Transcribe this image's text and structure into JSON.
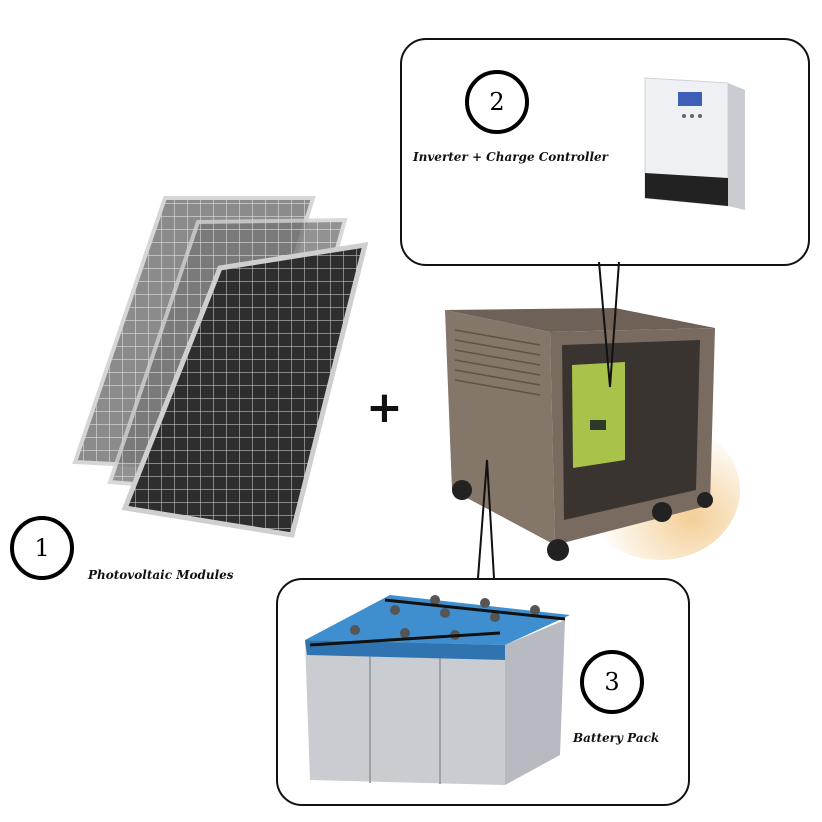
{
  "components": [
    {
      "number": "1",
      "label": "Photovoltaic Modules"
    },
    {
      "number": "2",
      "label": "Inverter +  Charge Controller"
    },
    {
      "number": "3",
      "label": "Battery Pack"
    }
  ],
  "operator": "+",
  "colors": {
    "panel_cell": "#2b2b2b",
    "panel_frame": "#c8c8c8",
    "cabinet": "#7d6e62",
    "cabinet_glow": "#f2c98a",
    "inverter_green": "#a9c24a",
    "battery_lid": "#3f8fd0",
    "battery_body": "#c9ccd1",
    "callout_border": "#111111"
  },
  "icons": [
    "solar-panel-icon",
    "inverter-icon",
    "cabinet-icon",
    "battery-icon"
  ]
}
